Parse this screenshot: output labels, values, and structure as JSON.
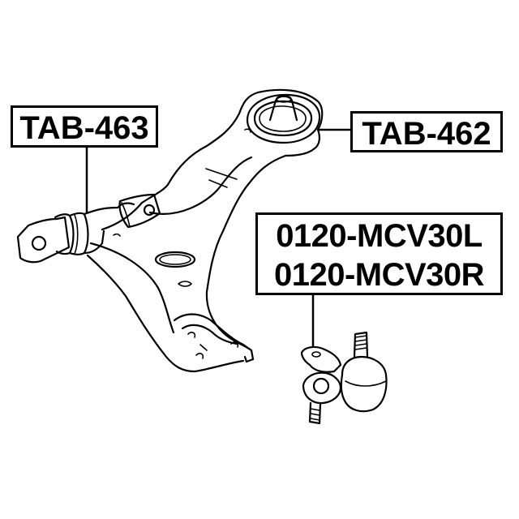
{
  "diagram": {
    "type": "parts-exploded-view",
    "subject": "front lower control arm with bushings and ball joint",
    "background_color": "#ffffff",
    "ink_color": "#000000"
  },
  "callouts": [
    {
      "id": "tab-463",
      "lines": [
        "TAB-463"
      ],
      "points_to": "front bushing of control arm"
    },
    {
      "id": "tab-462",
      "lines": [
        "TAB-462"
      ],
      "points_to": "rear vertical bushing of control arm"
    },
    {
      "id": "0120-mcv30",
      "lines": [
        "0120-MCV30L",
        "0120-MCV30R"
      ],
      "points_to": "ball joint"
    }
  ]
}
